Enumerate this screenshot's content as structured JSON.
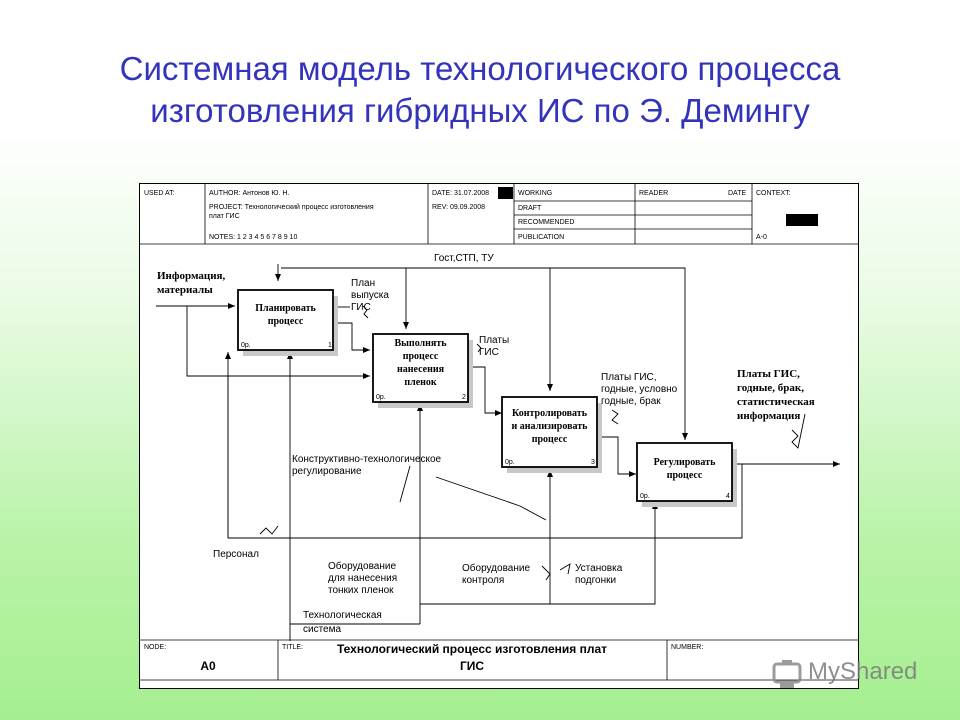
{
  "slide": {
    "title_line1": "Системная модель технологического процесса",
    "title_line2": "изготовления гибридных ИС по Э. Демингу"
  },
  "header": {
    "used_at": "USED AT:",
    "author": "AUTHOR:  Антонов Ю. Н.",
    "project_line1": "PROJECT:  Технологический процесс изготовления",
    "project_line2": "плат ГИС",
    "notes": "NOTES:  1  2  3  4  5  6  7  8  9  10",
    "date": "DATE: 31.07.2008",
    "rev": "REV:   09.09.2008",
    "working": "WORKING",
    "draft": "DRAFT",
    "recommended": "RECOMMENDED",
    "publication": "PUBLICATION",
    "reader": "READER",
    "reader_date": "DATE",
    "context": "CONTEXT:",
    "context_node": "A-0"
  },
  "boxes": [
    {
      "line1": "Планировать",
      "line2": "процесс",
      "line3": "",
      "cost": "0р.",
      "num": "1"
    },
    {
      "line1": "Выполнять",
      "line2": "процесс",
      "line3": "нанесения",
      "line4": "пленок",
      "cost": "0р.",
      "num": "2"
    },
    {
      "line1": "Контролировать",
      "line2": "и анализировать",
      "line3": "процесс",
      "cost": "0р.",
      "num": "3"
    },
    {
      "line1": "Регулировать",
      "line2": "процесс",
      "line3": "",
      "cost": "0р.",
      "num": "4"
    }
  ],
  "labels": {
    "input_line1": "Информация,",
    "input_line2": "материалы",
    "gost": "Гост,СТП, ТУ",
    "plan_line1": "План",
    "plan_line2": "выпуска",
    "plan_line3": "ГИС",
    "plates_line1": "Платы",
    "plates_line2": "ГИС",
    "good_line1": "Платы ГИС,",
    "good_line2": "годные, условно",
    "good_line3": "годные, брак",
    "out_line1": "Платы ГИС,",
    "out_line2": "годные, брак,",
    "out_line3": "статистическая",
    "out_line4": "информация",
    "regul_line1": "Конструктивно-технологическое",
    "regul_line2": "регулирование",
    "personnel": "Персонал",
    "equip_line1": "Оборудование",
    "equip_line2": "для нанесения",
    "equip_line3": "тонких пленок",
    "ctrl_line1": "Оборудование",
    "ctrl_line2": "контроля",
    "setup_line1": "Установка",
    "setup_line2": "подгонки",
    "techsys_line1": "Технологическая",
    "techsys_line2": "система"
  },
  "footer": {
    "node_label": "NODE:",
    "node_value": "А0",
    "title_label": "TITLE:",
    "title_line1": "Технологический процесс изготовления плат",
    "title_line2": "ГИС",
    "number_label": "NUMBER:"
  },
  "watermark": {
    "text": "MyShared"
  }
}
